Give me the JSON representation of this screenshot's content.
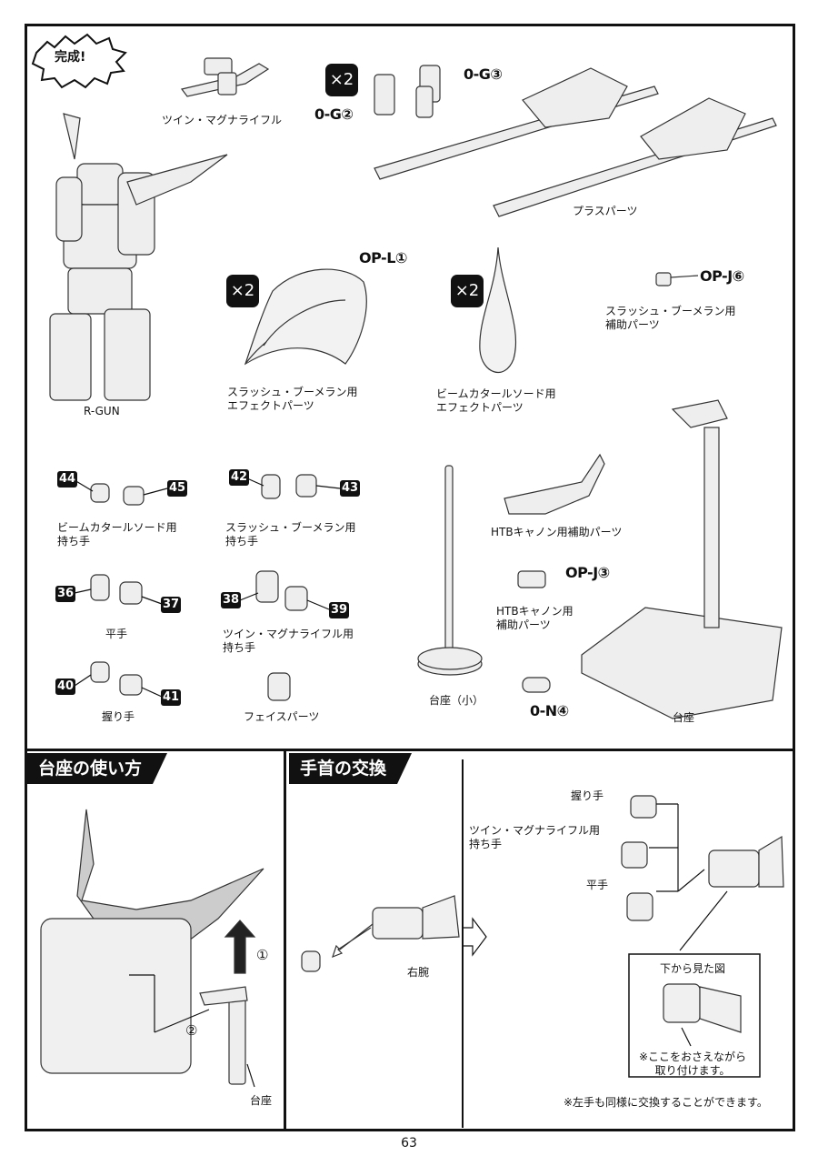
{
  "complete_badge": "完成!",
  "parts": {
    "twin_magna_rifle": "ツイン・マグナライフル",
    "r_gun": "R-GUN",
    "x2_a": "×2",
    "x2_b": "×2",
    "x2_c": "×2",
    "og2": "0-G②",
    "og3": "0-G③",
    "plus_parts": "プラスパーツ",
    "opl1": "OP-L①",
    "slash_effect": "スラッシュ・ブーメラン用\nエフェクトパーツ",
    "beam_effect": "ビームカタールソード用\nエフェクトパーツ",
    "opj6": "OP-J⑥",
    "slash_support": "スラッシュ・ブーメラン用\n補助パーツ",
    "htb_support": "HTBキャノン用補助パーツ",
    "opj3": "OP-J③",
    "htb_support2": "HTBキャノン用\n補助パーツ",
    "base_small": "台座（小）",
    "on4": "0-N④",
    "base": "台座"
  },
  "hands": {
    "n44": "44",
    "n45": "45",
    "beam_hands": "ビームカタールソード用\n持ち手",
    "n42": "42",
    "n43": "43",
    "slash_hands": "スラッシュ・ブーメラン用\n持ち手",
    "n36": "36",
    "n37": "37",
    "flat_hands": "平手",
    "n38": "38",
    "n39": "39",
    "twin_hands": "ツイン・マグナライフル用\n持ち手",
    "n40": "40",
    "n41": "41",
    "grip_hands": "握り手",
    "face_parts": "フェイスパーツ"
  },
  "section_base": {
    "title": "台座の使い方",
    "step1": "①",
    "step2": "②",
    "base_label": "台座"
  },
  "section_wrist": {
    "title": "手首の交換",
    "right_arm": "右腕",
    "grip": "握り手",
    "twin_hand": "ツイン・マグナライフル用\n持ち手",
    "flat": "平手",
    "bottom_view": "下から見た図",
    "hold_note": "※ここをおさえながら\n取り付けます。",
    "left_note": "※左手も同様に交換することができます。"
  },
  "page_number": "63"
}
